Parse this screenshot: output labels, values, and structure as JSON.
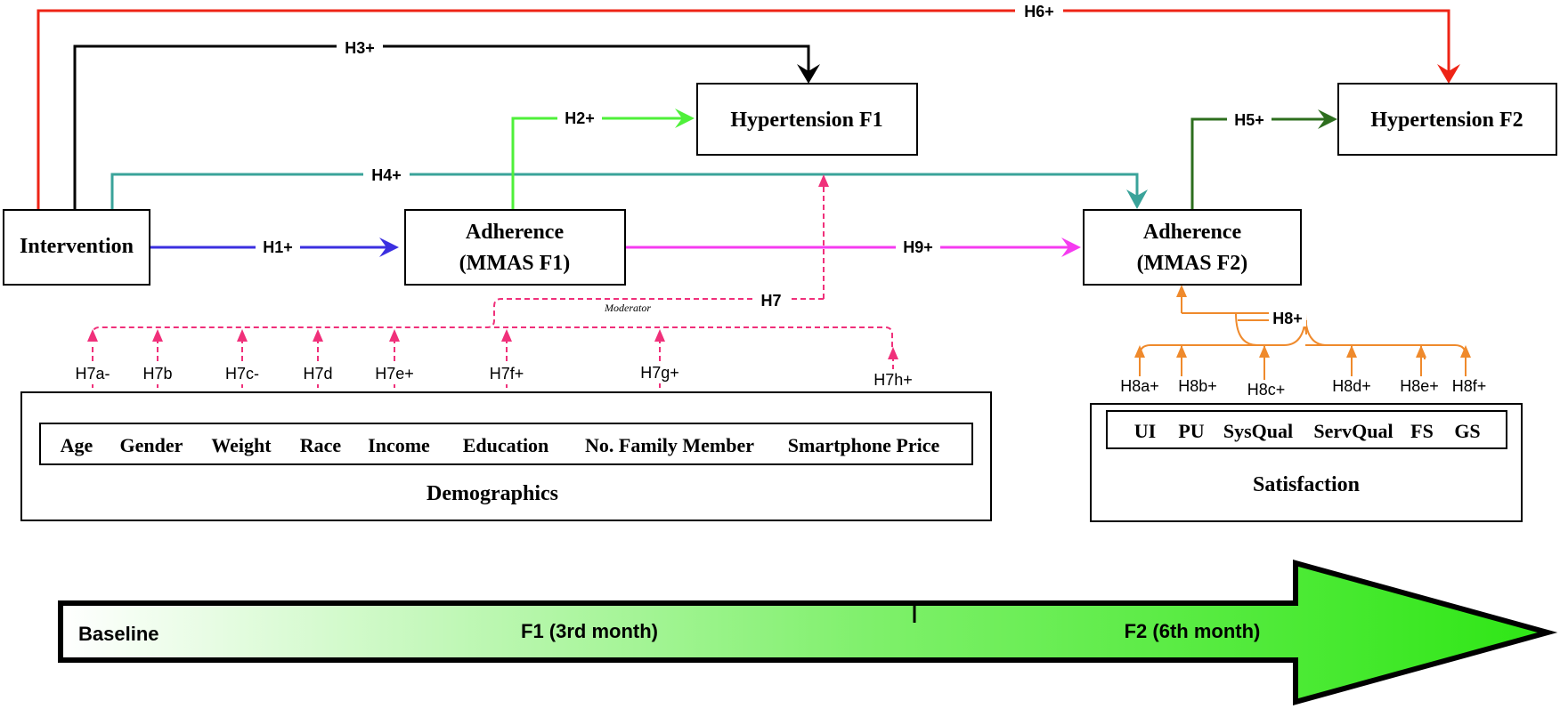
{
  "nodes": {
    "intervention": "Intervention",
    "adherence_f1": [
      "Adherence",
      "(MMAS F1)"
    ],
    "adherence_f2": [
      "Adherence",
      "(MMAS F2)"
    ],
    "hypertension_f1": "Hypertension F1",
    "hypertension_f2": "Hypertension F2"
  },
  "hypotheses": {
    "h1": "H1+",
    "h2": "H2+",
    "h3": "H3+",
    "h4": "H4+",
    "h5": "H5+",
    "h6": "H6+",
    "h7": "H7",
    "h8": "H8+",
    "h9": "H9+",
    "moderator": "Moderator"
  },
  "demographics": {
    "title": "Demographics",
    "items": [
      {
        "label": "Age",
        "hyp": "H7a-"
      },
      {
        "label": "Gender",
        "hyp": "H7b"
      },
      {
        "label": "Weight",
        "hyp": "H7c-"
      },
      {
        "label": "Race",
        "hyp": "H7d"
      },
      {
        "label": "Income",
        "hyp": "H7e+"
      },
      {
        "label": "Education",
        "hyp": "H7f+"
      },
      {
        "label": "No. Family Member",
        "hyp": "H7g+"
      },
      {
        "label": "Smartphone Price",
        "hyp": "H7h+"
      }
    ]
  },
  "satisfaction": {
    "title": "Satisfaction",
    "items": [
      {
        "label": "UI",
        "hyp": "H8a+"
      },
      {
        "label": "PU",
        "hyp": "H8b+"
      },
      {
        "label": "SysQual",
        "hyp": "H8c+"
      },
      {
        "label": "ServQual",
        "hyp": "H8d+"
      },
      {
        "label": "FS",
        "hyp": "H8e+"
      },
      {
        "label": "GS",
        "hyp": "H8f+"
      }
    ]
  },
  "timeline": {
    "baseline": "Baseline",
    "f1": "F1 (3rd month)",
    "f2": "F2 (6th month)"
  },
  "colors": {
    "h1": "#3b2fe0",
    "h2": "#4ff03a",
    "h3": "#000000",
    "h4": "#3aa39a",
    "h5": "#2d6e1e",
    "h6": "#ee2416",
    "h7": "#f0307a",
    "h8": "#ef8a2c",
    "h9": "#f53bf0",
    "timeline_start": "#ffffff",
    "timeline_end": "#2ee615"
  }
}
